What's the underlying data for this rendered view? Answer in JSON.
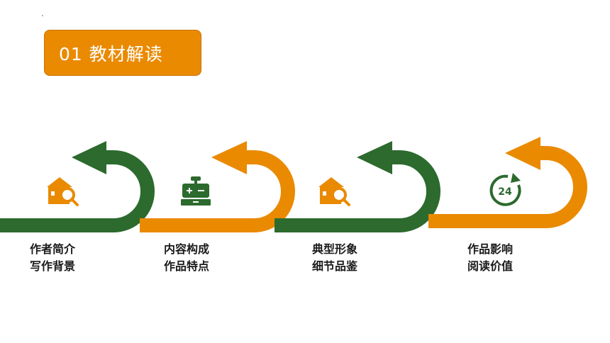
{
  "title": "01 教材解读",
  "colors": {
    "orange": "#ea8a00",
    "green": "#2c6a2e"
  },
  "steps": [
    {
      "line1": "作者简介",
      "line2": "写作背景",
      "icon": "house-search-icon",
      "arrow_color": "green"
    },
    {
      "line1": "内容构成",
      "line2": "作品特点",
      "icon": "cash-register-icon",
      "arrow_color": "orange"
    },
    {
      "line1": "典型形象",
      "line2": "细节品鉴",
      "icon": "house-search-icon",
      "arrow_color": "green"
    },
    {
      "line1": "作品影响",
      "line2": "阅读价值",
      "icon": "24-hour-icon",
      "arrow_color": "orange"
    }
  ],
  "icon_24_label": "24"
}
